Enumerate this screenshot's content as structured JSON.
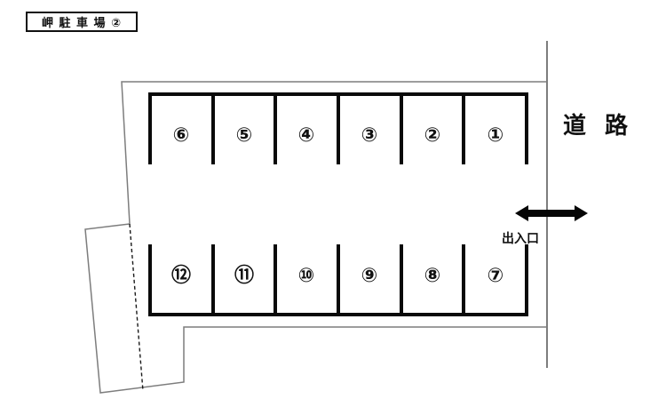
{
  "title": "岬 駐 車 場 ②",
  "road_label": "道 路",
  "entrance_label": "出入口",
  "spaces": {
    "top_row": [
      "⑥",
      "⑤",
      "④",
      "③",
      "②",
      "①"
    ],
    "bottom_row": [
      "⑫",
      "⑪",
      "⑩",
      "⑨",
      "⑧",
      "⑦"
    ]
  },
  "colors": {
    "stall_line": "#0a0a0a",
    "boundary_line": "#7d7d7d",
    "arrow": "#050505",
    "text": "#111111"
  }
}
